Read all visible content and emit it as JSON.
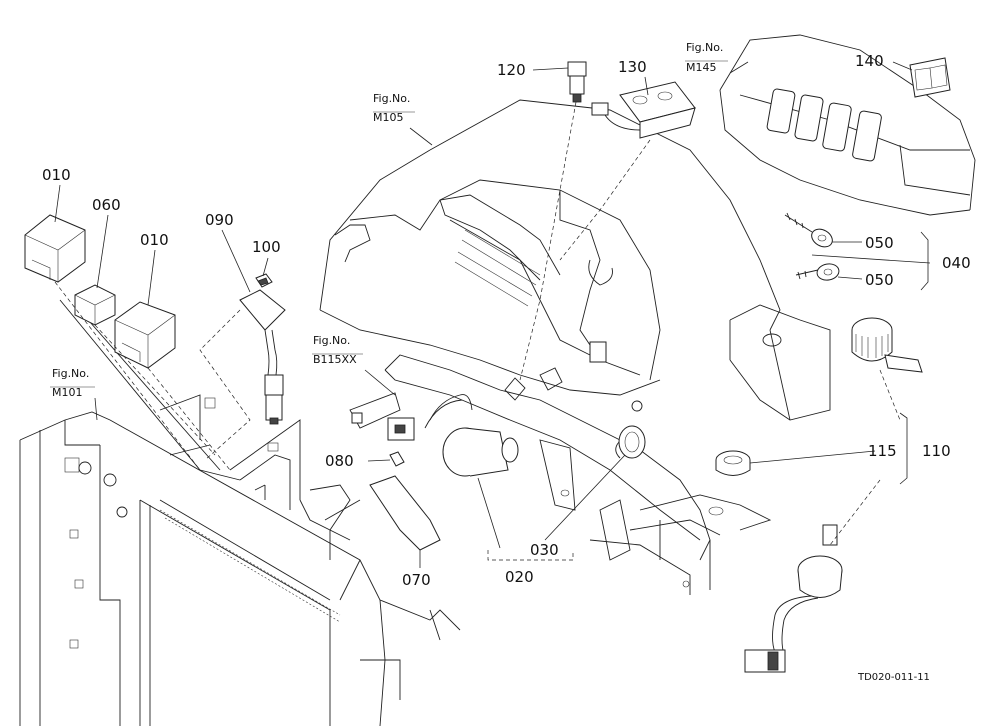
{
  "diagram": {
    "drawing_code": "TD020-011-11",
    "figure_refs": [
      {
        "line1": "Fig.No.",
        "line2": "M105"
      },
      {
        "line1": "Fig.No.",
        "line2": "M145"
      },
      {
        "line1": "Fig.No.",
        "line2": "M101"
      },
      {
        "line1": "Fig.No.",
        "line2": "B115XX"
      }
    ],
    "part_labels": {
      "p010a": "010",
      "p060": "060",
      "p010b": "010",
      "p090": "090",
      "p100": "100",
      "p120": "120",
      "p130": "130",
      "p140": "140",
      "p050a": "050",
      "p050b": "050",
      "p040": "040",
      "p115": "115",
      "p110": "110",
      "p080": "080",
      "p070": "070",
      "p030": "030",
      "p020": "020"
    }
  }
}
